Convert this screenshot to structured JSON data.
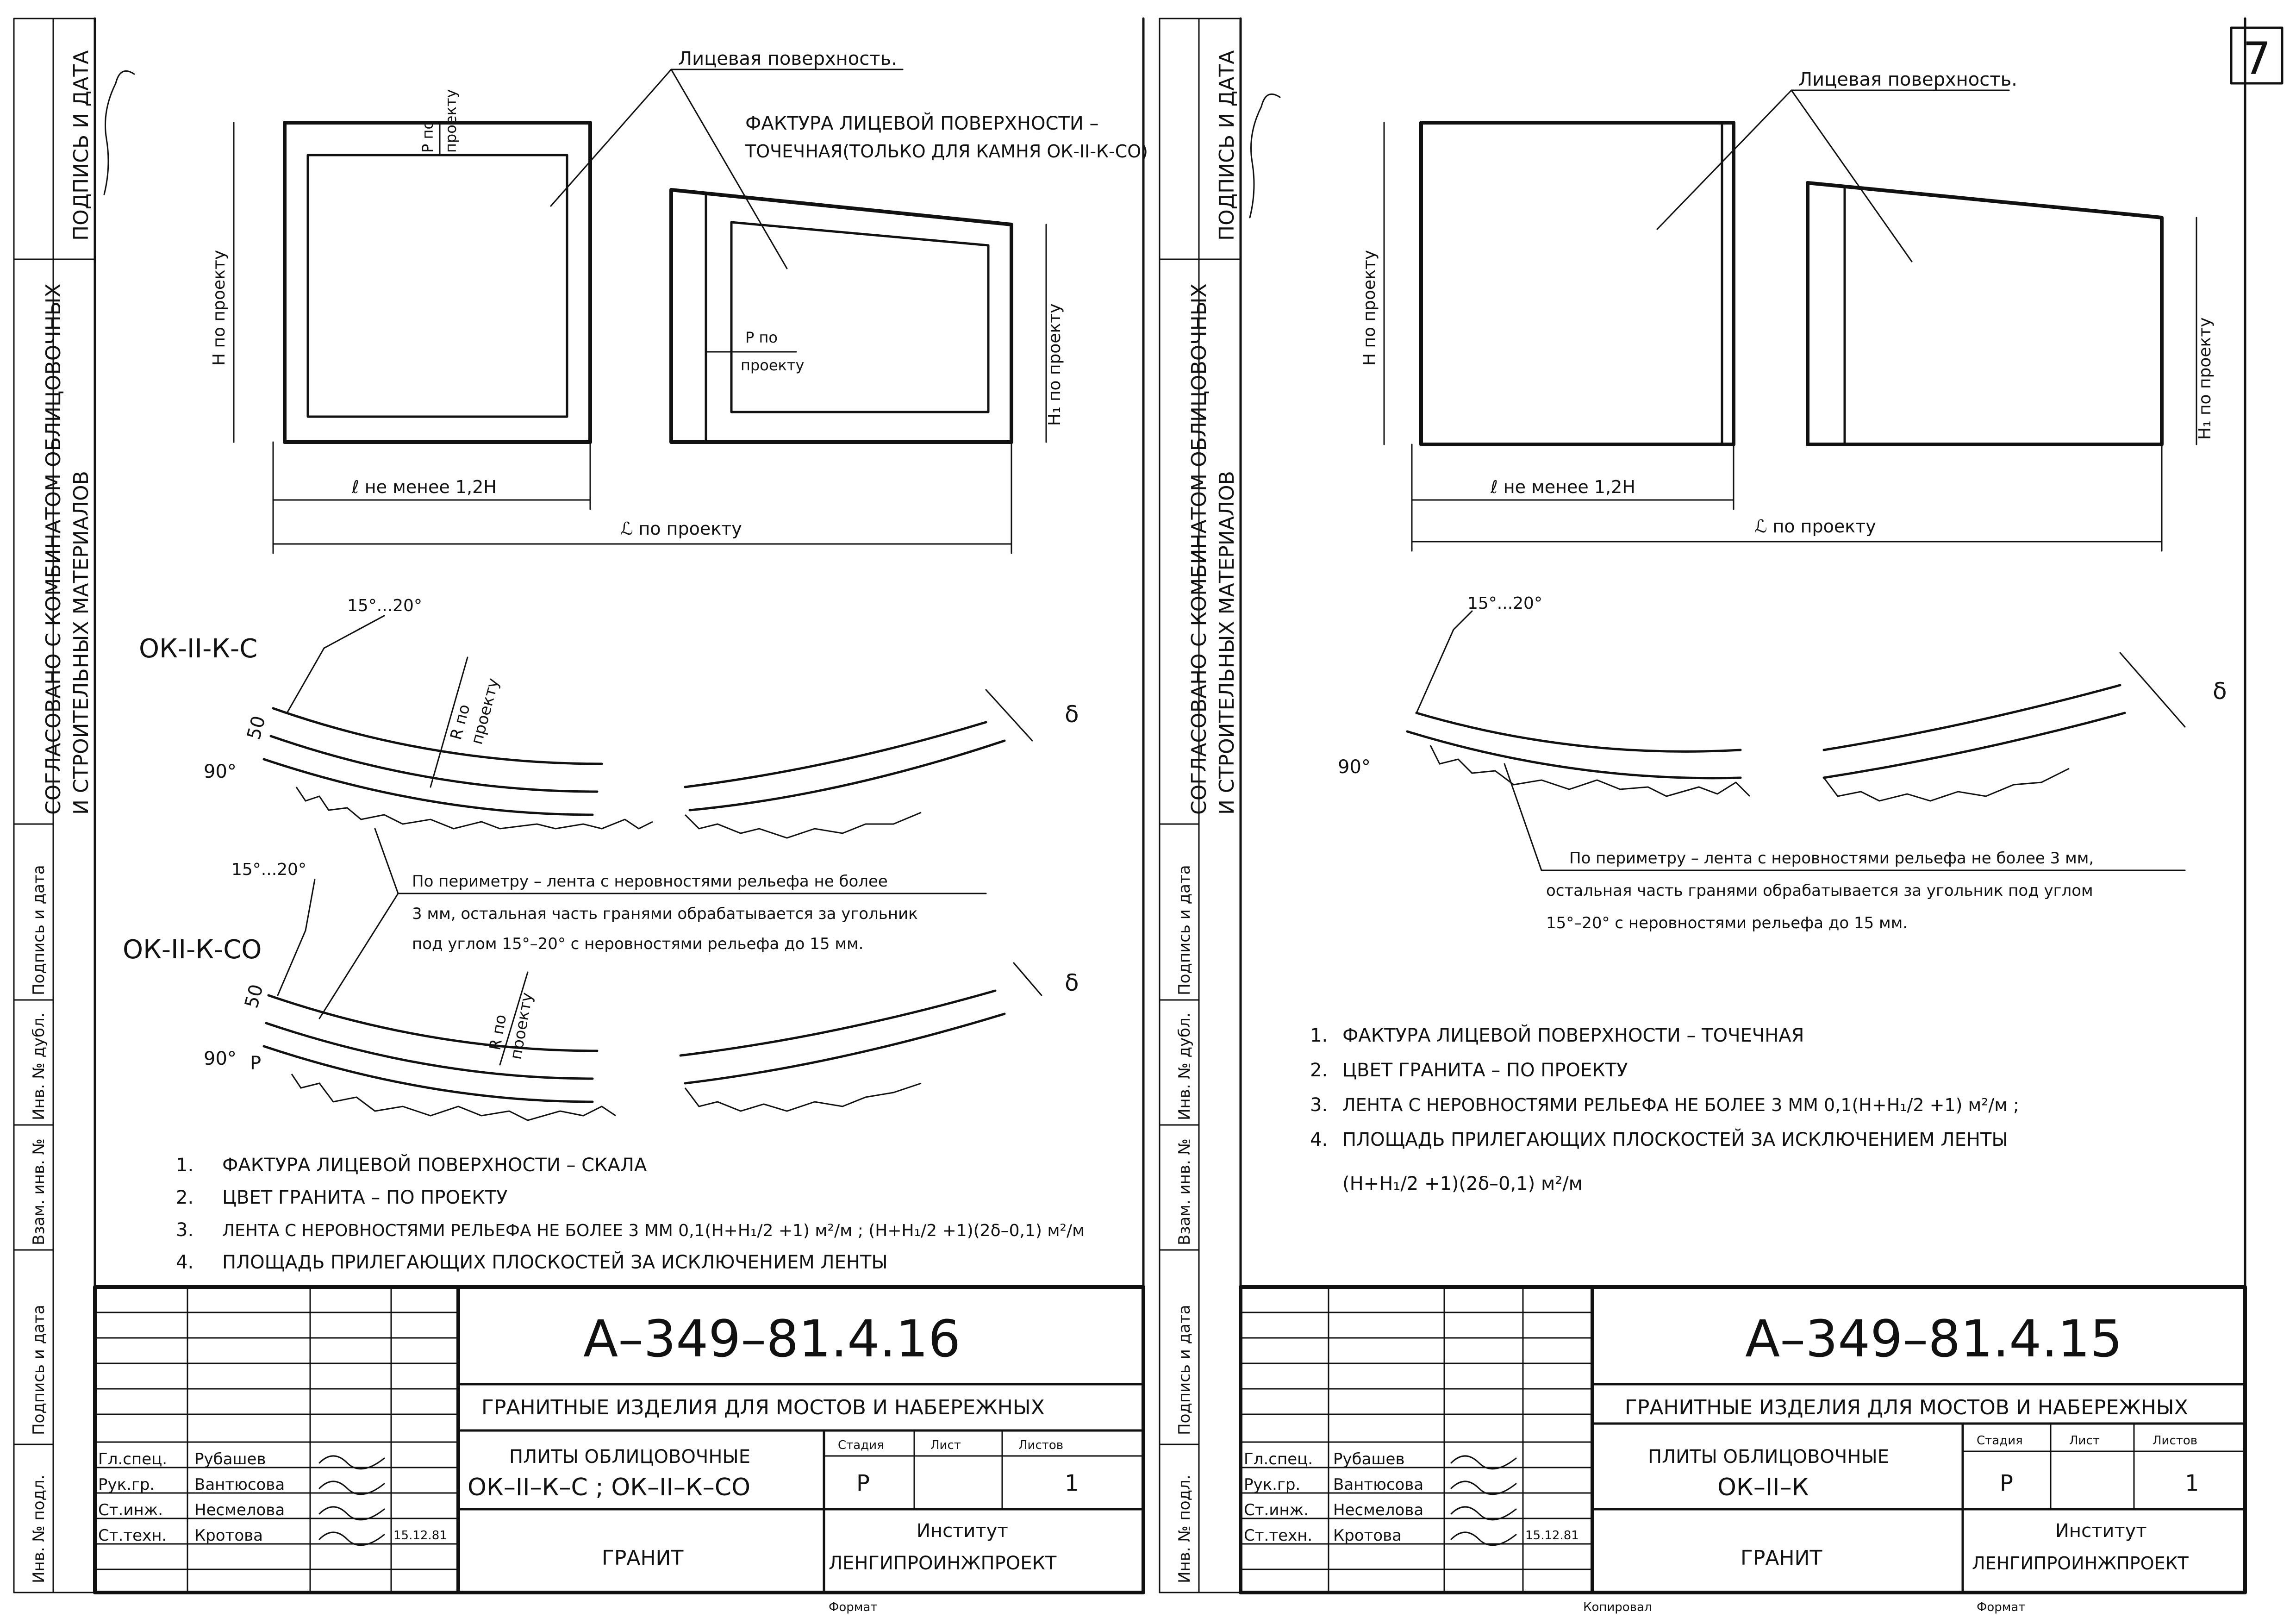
{
  "page_number": "7",
  "footer": {
    "format_label": "Формат",
    "copied_label": "Копировал"
  },
  "sheets": [
    {
      "side_stamp": {
        "sign_date": "ПОДПИСЬ И ДАТА",
        "agreement_line1": "СОГЛАСОВАНО С КОМБИНАТОМ ОБЛИЦОВОЧНЫХ",
        "agreement_line2": "И СТРОИТЕЛЬНЫХ МАТЕРИАЛОВ",
        "fields": [
          "Подпись и дата",
          "Инв. № дубл.",
          "Взам. инв. №",
          "Подпись и дата",
          "Инв. № подл."
        ]
      },
      "plan": {
        "face_label": "Лицевая поверхность.",
        "texture_line1": "ФАКТУРА ЛИЦЕВОЙ ПОВЕРХНОСТИ –",
        "texture_line2": "ТОЧЕЧНАЯ(ТОЛЬКО ДЛЯ КАМНЯ ОК-II-К-СО)",
        "p_top_1": "Р по",
        "p_top_2": "проекту",
        "p_inner_1": "Р по",
        "p_inner_2": "проекту",
        "h_label": "Н по проекту",
        "h1_label": "Н₁ по проекту",
        "l_label": "ℓ не менее 1,2Н",
        "L_label": "ℒ по проекту"
      },
      "sections": {
        "name1": "ОК-II-К-С",
        "name2": "ОК-II-К-СО",
        "angle1": "15°...20°",
        "angle2": "15°...20°",
        "fifty1": "50",
        "fifty2": "50",
        "ninety1": "90°",
        "ninety2": "90°",
        "r_label1_a": "R по",
        "r_label1_b": "проекту",
        "r_label2_a": "R по",
        "r_label2_b": "проекту",
        "p_label": "Р",
        "delta1": "δ",
        "delta2": "δ",
        "perimeter_line1": "По периметру – лента с неровностями рельефа не более",
        "perimeter_line2": "3 мм, остальная часть гранями обрабатывается за угольник",
        "perimeter_line3": "под углом 15°–20° с неровностями рельефа до 15 мм."
      },
      "notes": [
        {
          "num": "1.",
          "text": "ФАКТУРА ЛИЦЕВОЙ ПОВЕРХНОСТИ – СКАЛА"
        },
        {
          "num": "2.",
          "text": "ЦВЕТ ГРАНИТА – ПО ПРОЕКТУ"
        },
        {
          "num": "3.",
          "text": "ЛЕНТА С НЕРОВНОСТЯМИ РЕЛЬЕФА НЕ БОЛЕЕ 3 ММ 0,1(Н+Н₁/2 +1) м²/м ; (Н+Н₁/2 +1)(2δ–0,1) м²/м"
        },
        {
          "num": "4.",
          "text": "ПЛОЩАДЬ ПРИЛЕГАЮЩИХ ПЛОСКОСТЕЙ ЗА ИСКЛЮЧЕНИЕМ ЛЕНТЫ"
        }
      ],
      "title_block": {
        "code": "А–349–81.4.16",
        "series": "ГРАНИТНЫЕ ИЗДЕЛИЯ ДЛЯ МОСТОВ И НАБЕРЕЖНЫХ",
        "product_line1": "ПЛИТЫ ОБЛИЦОВОЧНЫЕ",
        "product_line2": "ОК–II–К–С ; ОК–II–К–СО",
        "stage_h": "Стадия",
        "sheet_h": "Лист",
        "sheets_h": "Листов",
        "stage": "Р",
        "sheet": "",
        "sheets": "1",
        "material": "ГРАНИТ",
        "org_line1": "Институт",
        "org_line2": "ЛЕНГИПРОИНЖПРОЕКТ",
        "date": "15.12.81",
        "people": [
          {
            "role": "Гл.спец.",
            "name": "Рубашев"
          },
          {
            "role": "Рук.гр.",
            "name": "Вантюсова"
          },
          {
            "role": "Ст.инж.",
            "name": "Несмелова"
          },
          {
            "role": "Ст.техн.",
            "name": "Кротова"
          }
        ]
      }
    },
    {
      "side_stamp": {
        "sign_date": "ПОДПИСЬ И ДАТА",
        "agreement_line1": "СОГЛАСОВАНО С КОМБИНАТОМ ОБЛИЦОВОЧНЫХ",
        "agreement_line2": "И СТРОИТЕЛЬНЫХ МАТЕРИАЛОВ",
        "fields": [
          "Подпись и дата",
          "Инв. № дубл.",
          "Взам. инв. №",
          "Подпись и дата",
          "Инв. № подл."
        ]
      },
      "plan": {
        "face_label": "Лицевая поверхность.",
        "h_label": "Н по проекту",
        "h1_label": "Н₁ по проекту",
        "l_label": "ℓ не менее 1,2Н",
        "L_label": "ℒ по проекту"
      },
      "sections": {
        "angle": "15°...20°",
        "ninety": "90°",
        "delta": "δ",
        "perimeter_line1": "По периметру – лента с неровностями рельефа не более 3 мм,",
        "perimeter_line2": "остальная часть гранями обрабатывается за угольник под углом",
        "perimeter_line3": "15°–20° с неровностями рельефа до 15 мм."
      },
      "notes": [
        {
          "num": "1.",
          "text": "ФАКТУРА ЛИЦЕВОЙ ПОВЕРХНОСТИ – ТОЧЕЧНАЯ"
        },
        {
          "num": "2.",
          "text": "ЦВЕТ ГРАНИТА – ПО ПРОЕКТУ"
        },
        {
          "num": "3.",
          "text": "ЛЕНТА С НЕРОВНОСТЯМИ РЕЛЬЕФА НЕ БОЛЕЕ 3 ММ 0,1(Н+Н₁/2 +1) м²/м ;"
        },
        {
          "num": "4.",
          "text": "ПЛОЩАДЬ ПРИЛЕГАЮЩИХ ПЛОСКОСТЕЙ ЗА ИСКЛЮЧЕНИЕМ ЛЕНТЫ"
        }
      ],
      "formula": "(Н+Н₁/2 +1)(2δ–0,1) м²/м",
      "title_block": {
        "code": "А–349–81.4.15",
        "series": "ГРАНИТНЫЕ ИЗДЕЛИЯ ДЛЯ МОСТОВ И НАБЕРЕЖНЫХ",
        "product_line1": "ПЛИТЫ ОБЛИЦОВОЧНЫЕ",
        "product_line2": "ОК–II–К",
        "stage_h": "Стадия",
        "sheet_h": "Лист",
        "sheets_h": "Листов",
        "stage": "Р",
        "sheet": "",
        "sheets": "1",
        "material": "ГРАНИТ",
        "org_line1": "Институт",
        "org_line2": "ЛЕНГИПРОИНЖПРОЕКТ",
        "date": "15.12.81",
        "people": [
          {
            "role": "Гл.спец.",
            "name": "Рубашев"
          },
          {
            "role": "Рук.гр.",
            "name": "Вантюсова"
          },
          {
            "role": "Ст.инж.",
            "name": "Несмелова"
          },
          {
            "role": "Ст.техн.",
            "name": "Кротова"
          }
        ]
      }
    }
  ]
}
